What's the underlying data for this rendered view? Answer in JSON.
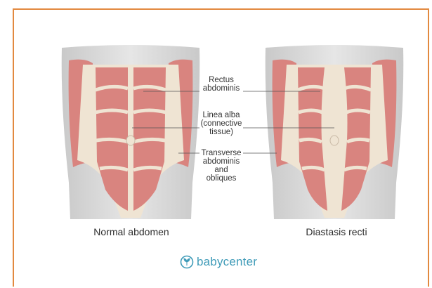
{
  "labels": {
    "rectus": "Rectus\nabdominis",
    "linea": "Linea alba\n(connective\ntissue)",
    "transverse": "Transverse\nabdominis\nand\nobliques"
  },
  "captions": {
    "normal": "Normal abdomen",
    "diastasis": "Diastasis recti"
  },
  "logo": {
    "text": "babycenter",
    "icon": "leaf-sprout-icon"
  },
  "colors": {
    "frame": "#e2893f",
    "muscle": "#d9847f",
    "muscle_dark": "#c06a68",
    "tissue": "#efe4d3",
    "skin": "#cfcfcf",
    "logo": "#3f9bb8"
  }
}
